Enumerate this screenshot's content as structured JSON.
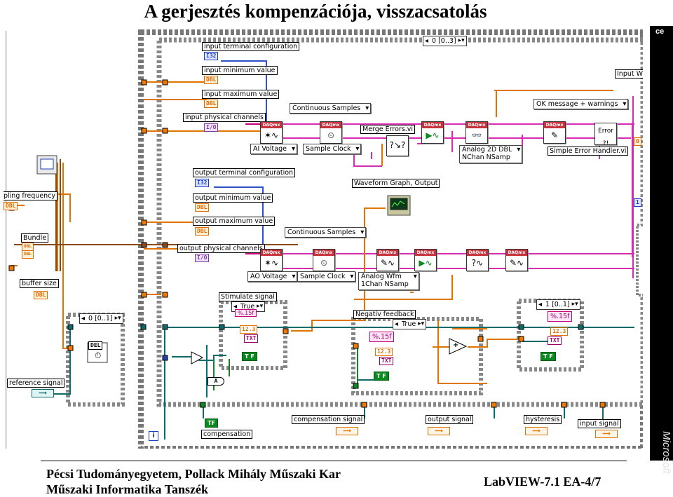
{
  "slide": {
    "title": "A gerjesztés kompenzációja, visszacsatolás",
    "footer_line1": "Pécsi Tudományegyetem, Pollack Mihály Műszaki Kar",
    "footer_line2": "Műszaki Informatika Tanszék",
    "footer_page": "LabVIEW-7.1 EA-4/7"
  },
  "side_bar": {
    "corner_text": "ce",
    "brand_text": "Microsoft"
  },
  "diagram": {
    "outer_sequence_selector": "0 [0..3]",
    "input_section": {
      "terminal_config_label": "input terminal configuration",
      "terminal_config_type": "I32",
      "min_label": "input minimum value",
      "min_type": "DBL",
      "max_label": "input maximum value",
      "max_type": "DBL",
      "channels_label": "input physical channels",
      "channels_type": "I/O"
    },
    "output_section": {
      "terminal_config_label": "output terminal configuration",
      "terminal_config_type": "I32",
      "min_label": "output minimum value",
      "min_type": "DBL",
      "max_label": "output maximum value",
      "max_type": "DBL",
      "channels_label": "output physical channels",
      "channels_type": "I/O"
    },
    "left_controls": {
      "sampling_label": "pling frequency",
      "sampling_type": "DBL",
      "bundle_label": "Bundle",
      "bundle_type1": "DBL",
      "bundle_type2": "DBL",
      "buffer_label": "buffer size",
      "buffer_type": "DBL",
      "inner_sequence_selector": "0 [0..1]",
      "delay_glyph": "DEL",
      "reference_label": "reference signal",
      "loop_index": "i"
    },
    "rings": {
      "continuous_samples_in": "Continuous Samples",
      "ai_voltage": "AI Voltage",
      "sample_clock_in": "Sample Clock",
      "merge_errors": "Merge Errors.vi",
      "analog_2d_line1": "Analog 2D DBL",
      "analog_2d_line2": "NChan NSamp",
      "ok_message": "OK message + warnings",
      "simple_error": "Simple Error Handler.vi",
      "input_w": "Input W",
      "waveform_graph": "Waveform Graph, Output",
      "continuous_samples_out": "Continuous Samples",
      "ao_voltage": "AO Voltage",
      "sample_clock_out": "Sample Clock",
      "analog_wfm_line1": "Analog Wfm",
      "analog_wfm_line2": "1Chan NSamp"
    },
    "daqmx_header": "DAQmx",
    "stimulate": {
      "label": "Stimulate signal",
      "case": "True",
      "format": "%.15f",
      "numeric": "12.3",
      "text": "TXT",
      "bool": "T F"
    },
    "feedback": {
      "label": "Negativ feedback",
      "case": "True",
      "format": "%.15f",
      "numeric": "12.3",
      "text": "TXT",
      "bool": "T F",
      "add_op": "+"
    },
    "right_sequence": {
      "selector": "1 [0..1]",
      "format": "%.15f",
      "numeric": "12.3",
      "text": "TXT",
      "bool": "T F"
    },
    "ramp_glyph": "A",
    "bottom_indicators": {
      "compensation_bool": "TF",
      "compensation_label": "compensation",
      "compensation_signal": "compensation signal",
      "output_signal": "output signal",
      "hysteresis": "hysteresis",
      "input_signal": "input signal"
    },
    "right_edge_types": [
      "0",
      "1"
    ]
  }
}
